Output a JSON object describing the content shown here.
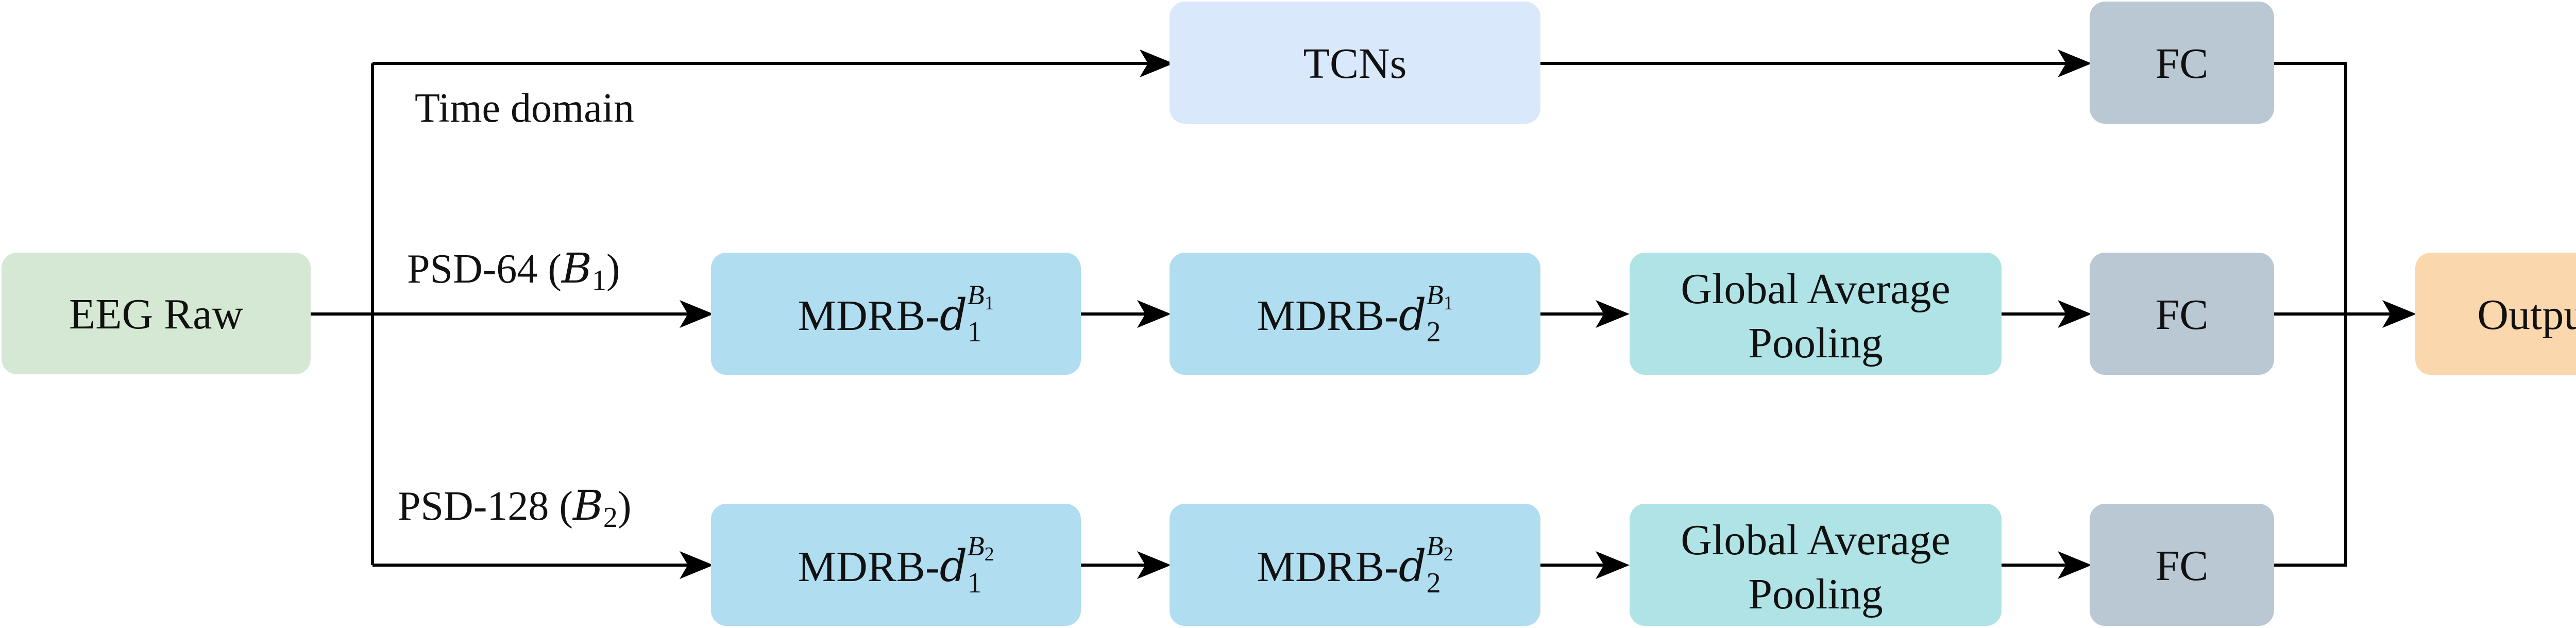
{
  "colors": {
    "input": "#d5e8d4",
    "tcn": "#dae8fc",
    "mdrb": "#b1ddf0",
    "pool": "#b0e3e6",
    "fc": "#bac8d3",
    "output": "#fad7ac"
  },
  "nodes": {
    "eeg_raw": "EEG Raw",
    "tcns": "TCNs",
    "fc_time": "FC",
    "fc_b1": "FC",
    "fc_b2": "FC",
    "output": "Output",
    "pool_b1": {
      "line1": "Global Average",
      "line2": "Pooling"
    },
    "pool_b2": {
      "line1": "Global Average",
      "line2": "Pooling"
    },
    "mdrb_prefix": "MDRB-",
    "mdrb_var": "d",
    "mdrb_b1_1": {
      "index": "1",
      "band": "B",
      "band_index": "1"
    },
    "mdrb_b1_2": {
      "index": "2",
      "band": "B",
      "band_index": "1"
    },
    "mdrb_b2_1": {
      "index": "1",
      "band": "B",
      "band_index": "2"
    },
    "mdrb_b2_2": {
      "index": "2",
      "band": "B",
      "band_index": "2"
    }
  },
  "edge_labels": {
    "time": "Time domain",
    "psd64": {
      "text": "PSD-64 (",
      "var": "B",
      "index": "1",
      "close": ")"
    },
    "psd128": {
      "text": "PSD-128 (",
      "var": "B",
      "index": "2",
      "close": ")"
    }
  }
}
